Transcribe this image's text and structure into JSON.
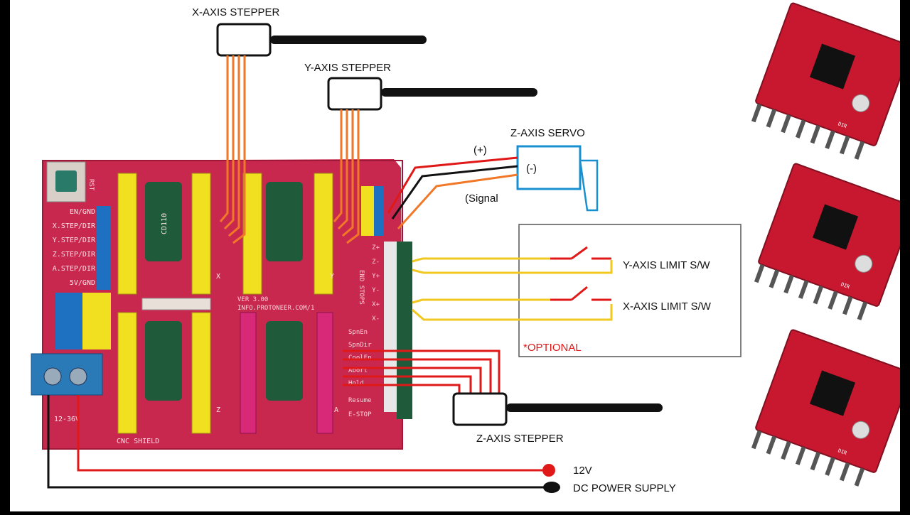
{
  "labels": {
    "x_stepper": "X-AXIS STEPPER",
    "y_stepper": "Y-AXIS STEPPER",
    "z_stepper": "Z-AXIS STEPPER",
    "z_servo": "Z-AXIS SERVO",
    "plus": "(+)",
    "minus": "(-)",
    "signal": "(Signal",
    "y_limit": "Y-AXIS LIMIT S/W",
    "x_limit": "X-AXIS LIMIT S/W",
    "optional": "*OPTIONAL",
    "v12": "12V",
    "dc": "DC POWER SUPPLY"
  },
  "board": {
    "name": "CNC SHIELD",
    "version": "VER 3.00",
    "url": "INFO.PROTONEER.COM/1",
    "rst": "RST",
    "pins": [
      "EN/GND",
      "X.STEP/DIR",
      "Y.STEP/DIR",
      "Z.STEP/DIR",
      "A.STEP/DIR",
      "5V/GND"
    ],
    "endstops": "END STOPS",
    "stop_pins": [
      "Z+",
      "Z-",
      "Y+",
      "Y-",
      "X+",
      "X-"
    ],
    "right_pins": [
      "SpnEn",
      "SpnDir",
      "CoolEn",
      "Abort",
      "Hold",
      "Resume",
      "E-STOP"
    ],
    "axis_x": "X",
    "axis_y": "Y",
    "axis_z": "Z",
    "axis_a": "A",
    "cap": "CD110",
    "power": "12-36V"
  },
  "colors": {
    "board": "#c8284e",
    "header": "#f0e020",
    "wire_orange": "#f07828",
    "wire_red": "#e01818",
    "wire_yellow": "#f0c820",
    "servo_blue": "#1890d0",
    "driver_red": "#c81830"
  },
  "drivers": {
    "label": "DIR",
    "count": 3
  }
}
